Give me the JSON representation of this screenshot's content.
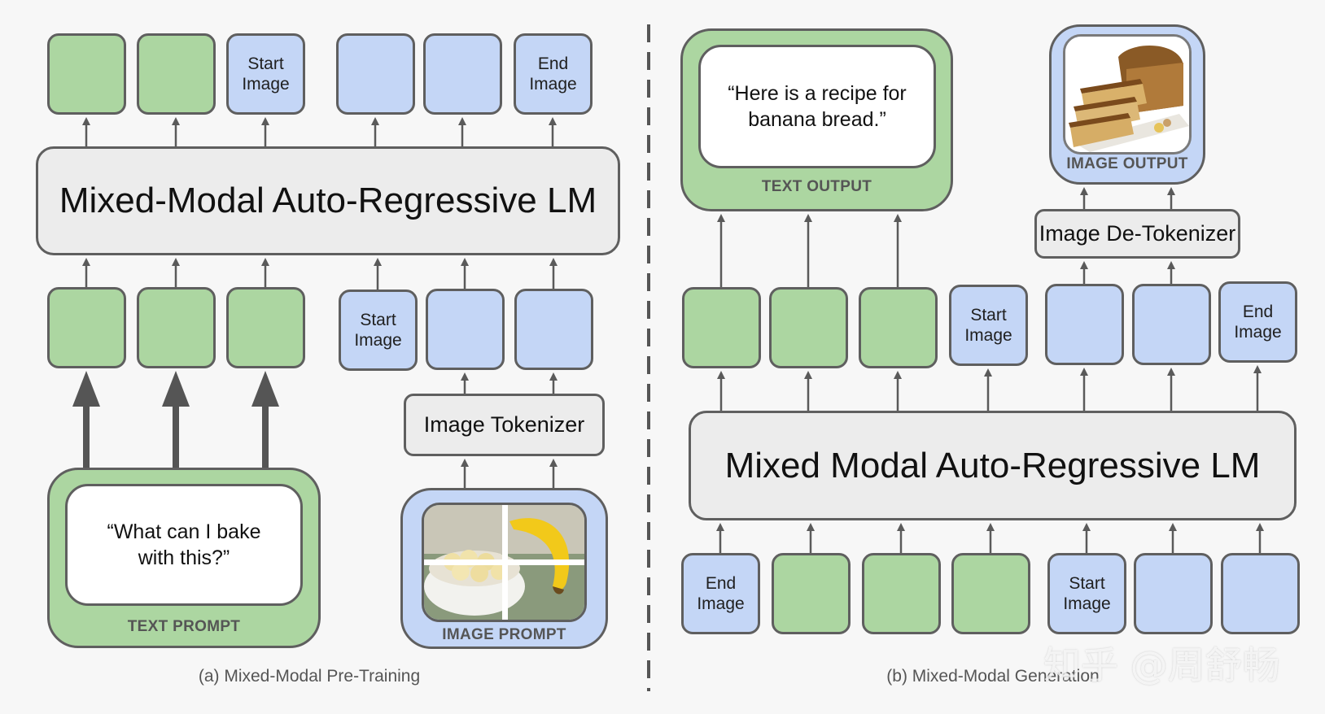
{
  "left": {
    "top_tokens": [
      "",
      "",
      "Start\nImage",
      "",
      "",
      "End\nImage"
    ],
    "lm_label": "Mixed-Modal Auto-Regressive LM",
    "bottom_tokens": [
      "",
      "",
      "",
      "Start\nImage",
      "",
      ""
    ],
    "tokenizer_label": "Image Tokenizer",
    "text_prompt": "“What can I bake\nwith this?”",
    "text_prompt_label": "TEXT PROMPT",
    "image_prompt_label": "IMAGE PROMPT",
    "caption": "(a) Mixed-Modal Pre-Training"
  },
  "right": {
    "text_output": "“Here is a recipe for\nbanana bread.”",
    "text_output_label": "TEXT OUTPUT",
    "image_output_label": "IMAGE OUTPUT",
    "detokenizer_label": "Image De-Tokenizer",
    "top_tokens": [
      "",
      "",
      "",
      "Start\nImage",
      "",
      "",
      "End\nImage"
    ],
    "lm_label": "Mixed Modal Auto-Regressive LM",
    "bottom_tokens": [
      "End\nImage",
      "",
      "",
      "",
      "Start\nImage",
      "",
      ""
    ],
    "caption": "(b) Mixed-Modal Generation"
  },
  "watermark": "知乎 @周舒畅",
  "colors": {
    "text_token": "#acd6a1",
    "image_token": "#c4d6f6",
    "lm_box": "#ececec",
    "border": "#5f5f5f"
  },
  "icons": [
    "banana-bowl-photo",
    "banana-bread-photo"
  ]
}
